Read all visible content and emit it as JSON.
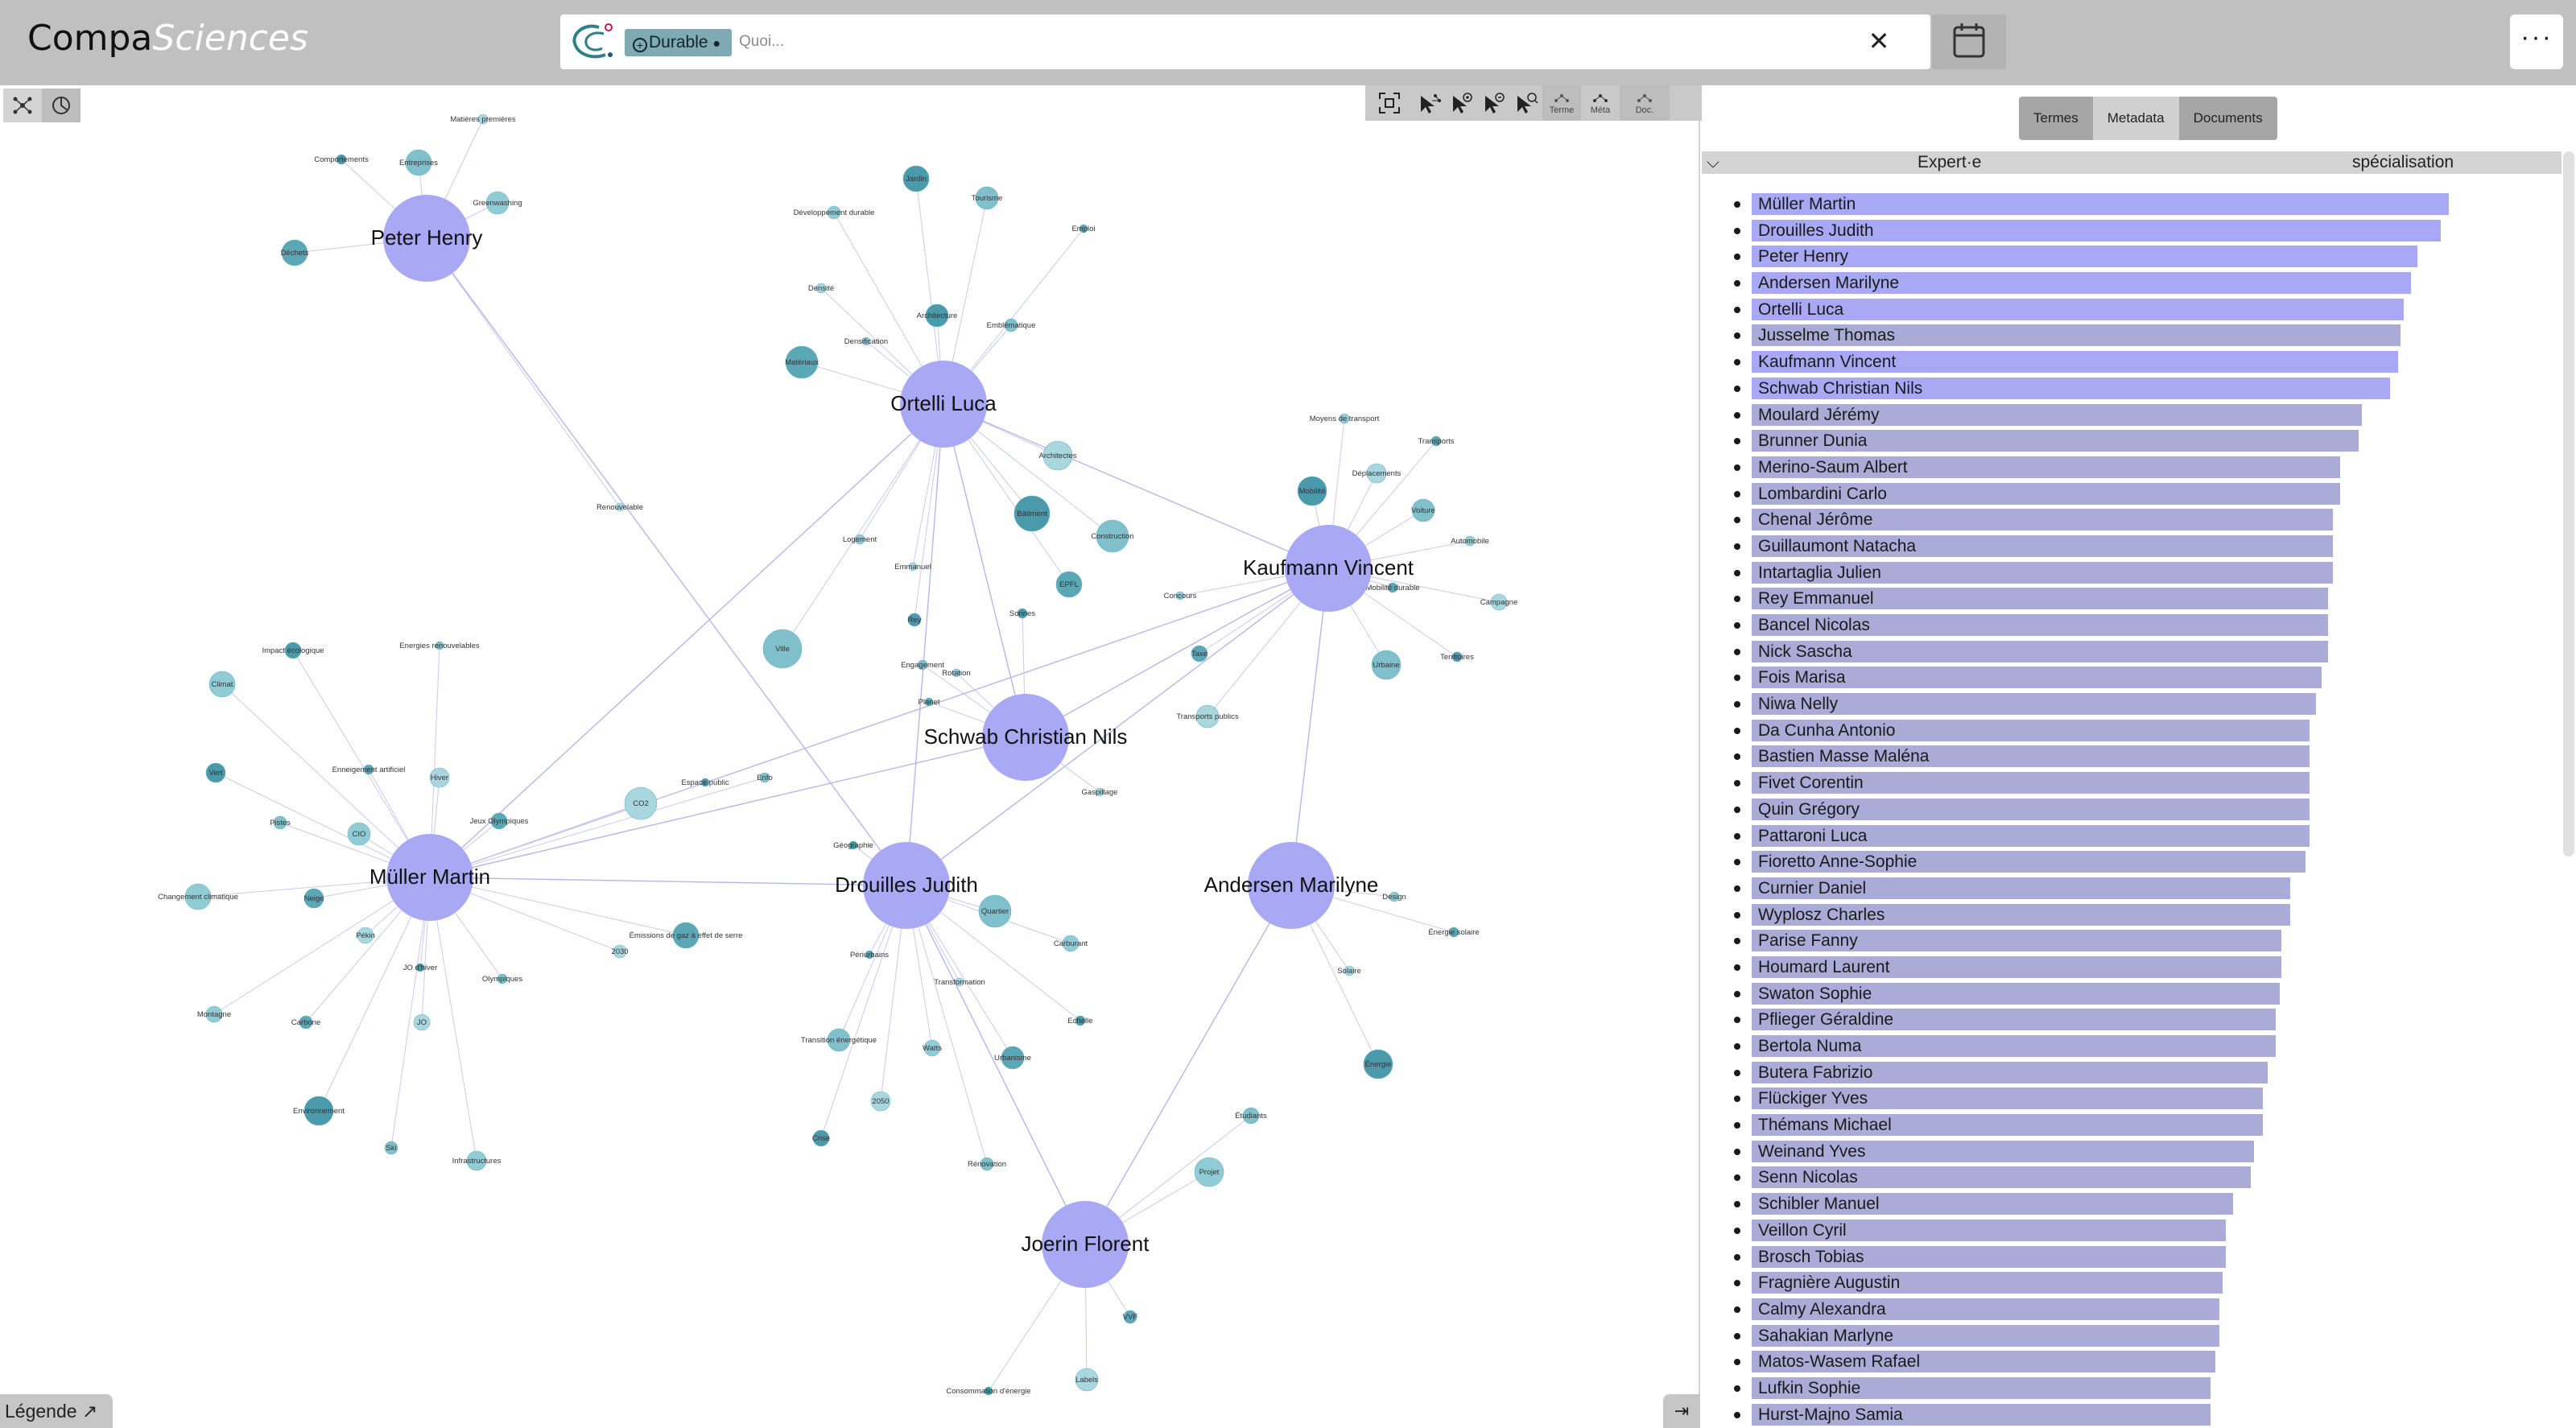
{
  "app": {
    "logo_main": "Compa",
    "logo_accent": "Sciences"
  },
  "search": {
    "chip_label": "Durable",
    "placeholder": "Quoi...",
    "clear_icon": "close-icon",
    "calendar_icon": "calendar-icon",
    "more_label": "···"
  },
  "graph_toolbar": {
    "tools": [
      "fit-icon",
      "select-icon",
      "zoom-in-icon",
      "zoom-out-icon",
      "zoom-reset-icon"
    ],
    "labels": [
      "Terme",
      "Méta",
      "Doc."
    ]
  },
  "graph": {
    "experts": [
      {
        "id": "peter",
        "label": "Peter Henry"
      },
      {
        "id": "ortelli",
        "label": "Ortelli Luca"
      },
      {
        "id": "kaufmann",
        "label": "Kaufmann Vincent"
      },
      {
        "id": "schwab",
        "label": "Schwab Christian Nils"
      },
      {
        "id": "muller",
        "label": "Müller Martin"
      },
      {
        "id": "drouilles",
        "label": "Drouilles Judith"
      },
      {
        "id": "andersen",
        "label": "Andersen Marilyne"
      },
      {
        "id": "joerin",
        "label": "Joerin  Florent"
      }
    ],
    "terms": [
      {
        "label": "Matières premières",
        "a": "peter"
      },
      {
        "label": "Comportements",
        "a": "peter"
      },
      {
        "label": "Entreprises",
        "a": "peter"
      },
      {
        "label": "Greenwashing",
        "a": "peter"
      },
      {
        "label": "Déchets",
        "a": "peter"
      },
      {
        "label": "Renouvelable",
        "a": "peter"
      },
      {
        "label": "Jardin",
        "a": "ortelli"
      },
      {
        "label": "Tourisme",
        "a": "ortelli"
      },
      {
        "label": "Développement durable",
        "a": "ortelli"
      },
      {
        "label": "Emploi",
        "a": "ortelli"
      },
      {
        "label": "Densité",
        "a": "ortelli"
      },
      {
        "label": "Architecture",
        "a": "ortelli"
      },
      {
        "label": "Emblématique",
        "a": "ortelli"
      },
      {
        "label": "Densification",
        "a": "ortelli"
      },
      {
        "label": "Matériaux",
        "a": "ortelli"
      },
      {
        "label": "Architectes",
        "a": "ortelli"
      },
      {
        "label": "Bâtiment",
        "a": "ortelli"
      },
      {
        "label": "Construction",
        "a": "ortelli"
      },
      {
        "label": "Logement",
        "a": "ortelli"
      },
      {
        "label": "EPFL",
        "a": "ortelli"
      },
      {
        "label": "Emmanuel",
        "a": "ortelli"
      },
      {
        "label": "Rey",
        "a": "ortelli"
      },
      {
        "label": "Ville",
        "a": "ortelli"
      },
      {
        "label": "Moyens de transport",
        "a": "kaufmann"
      },
      {
        "label": "Transports",
        "a": "kaufmann"
      },
      {
        "label": "Déplacements",
        "a": "kaufmann"
      },
      {
        "label": "Mobilité",
        "a": "kaufmann"
      },
      {
        "label": "Voiture",
        "a": "kaufmann"
      },
      {
        "label": "Automobile",
        "a": "kaufmann"
      },
      {
        "label": "Mobilité durable",
        "a": "kaufmann"
      },
      {
        "label": "Campagne",
        "a": "kaufmann"
      },
      {
        "label": "Territoires",
        "a": "kaufmann"
      },
      {
        "label": "Urbaine",
        "a": "kaufmann"
      },
      {
        "label": "Concours",
        "a": "kaufmann"
      },
      {
        "label": "Taxe",
        "a": "kaufmann"
      },
      {
        "label": "Transports publics",
        "a": "kaufmann"
      },
      {
        "label": "Sonnes",
        "a": "schwab"
      },
      {
        "label": "Engagement",
        "a": "schwab"
      },
      {
        "label": "Rotation",
        "a": "schwab"
      },
      {
        "label": "Planet",
        "a": "schwab"
      },
      {
        "label": "Gaspillage",
        "a": "schwab"
      },
      {
        "label": "Impact écologique",
        "a": "muller"
      },
      {
        "label": "Energies renouvelables",
        "a": "muller"
      },
      {
        "label": "Climat",
        "a": "muller"
      },
      {
        "label": "Enneigement artificiel",
        "a": "muller"
      },
      {
        "label": "Hiver",
        "a": "muller"
      },
      {
        "label": "Vert",
        "a": "muller"
      },
      {
        "label": "Pistes",
        "a": "muller"
      },
      {
        "label": "CIO",
        "a": "muller"
      },
      {
        "label": "Jeux Olympiques",
        "a": "muller"
      },
      {
        "label": "CO2",
        "a": "muller"
      },
      {
        "label": "Espace public",
        "a": "muller"
      },
      {
        "label": "Enfo",
        "a": "muller"
      },
      {
        "label": "Changement climatique",
        "a": "muller"
      },
      {
        "label": "Neige",
        "a": "muller"
      },
      {
        "label": "Pékin",
        "a": "muller"
      },
      {
        "label": "JO d'hiver",
        "a": "muller"
      },
      {
        "label": "Olympiques",
        "a": "muller"
      },
      {
        "label": "Montagne",
        "a": "muller"
      },
      {
        "label": "Carbone",
        "a": "muller"
      },
      {
        "label": "JO",
        "a": "muller"
      },
      {
        "label": "Environnement",
        "a": "muller"
      },
      {
        "label": "Ski",
        "a": "muller"
      },
      {
        "label": "Infrastructures",
        "a": "muller"
      },
      {
        "label": "Émissions de gaz à effet de serre",
        "a": "muller"
      },
      {
        "label": "2030",
        "a": "muller"
      },
      {
        "label": "Géographie",
        "a": "drouilles"
      },
      {
        "label": "Quartier",
        "a": "drouilles"
      },
      {
        "label": "Carburant",
        "a": "drouilles"
      },
      {
        "label": "Périurbains",
        "a": "drouilles"
      },
      {
        "label": "Transformation",
        "a": "drouilles"
      },
      {
        "label": "Echelle",
        "a": "drouilles"
      },
      {
        "label": "Transition énergétique",
        "a": "drouilles"
      },
      {
        "label": "Watts",
        "a": "drouilles"
      },
      {
        "label": "Urbanisme",
        "a": "drouilles"
      },
      {
        "label": "2050",
        "a": "drouilles"
      },
      {
        "label": "Crise",
        "a": "drouilles"
      },
      {
        "label": "Rénovation",
        "a": "drouilles"
      },
      {
        "label": "Design",
        "a": "andersen"
      },
      {
        "label": "Énergie solaire",
        "a": "andersen"
      },
      {
        "label": "Solaire",
        "a": "andersen"
      },
      {
        "label": "Énergie",
        "a": "andersen"
      },
      {
        "label": "Étudiants",
        "a": "joerin"
      },
      {
        "label": "Projet",
        "a": "joerin"
      },
      {
        "label": "VVF",
        "a": "joerin"
      },
      {
        "label": "Labels",
        "a": "joerin"
      },
      {
        "label": "Consommation d'énergie",
        "a": "joerin"
      }
    ]
  },
  "legend": {
    "label": "Légende"
  },
  "panel": {
    "tabs": [
      "Termes",
      "Metadata",
      "Documents"
    ],
    "header": {
      "col1": "Expert·e",
      "col2": "spécialisation"
    },
    "experts": [
      {
        "name": "Müller Martin",
        "score": 1.0,
        "hi": true
      },
      {
        "name": "Drouilles Judith",
        "score": 0.988,
        "hi": true
      },
      {
        "name": "Peter Henry",
        "score": 0.955,
        "hi": true
      },
      {
        "name": "Andersen Marilyne",
        "score": 0.946,
        "hi": true
      },
      {
        "name": "Ortelli Luca",
        "score": 0.935,
        "hi": true
      },
      {
        "name": "Jusselme Thomas",
        "score": 0.931,
        "hi": false
      },
      {
        "name": "Kaufmann Vincent",
        "score": 0.927,
        "hi": true
      },
      {
        "name": "Schwab Christian Nils",
        "score": 0.916,
        "hi": true
      },
      {
        "name": "Moulard Jérémy",
        "score": 0.875,
        "hi": false
      },
      {
        "name": "Brunner Dunia",
        "score": 0.871,
        "hi": false
      },
      {
        "name": "Merino-Saum Albert",
        "score": 0.844,
        "hi": false
      },
      {
        "name": "Lombardini Carlo",
        "score": 0.844,
        "hi": false
      },
      {
        "name": "Chenal Jérôme",
        "score": 0.834,
        "hi": false
      },
      {
        "name": "Guillaumont Natacha",
        "score": 0.834,
        "hi": false
      },
      {
        "name": "Intartaglia Julien",
        "score": 0.834,
        "hi": false
      },
      {
        "name": "Rey Emmanuel",
        "score": 0.827,
        "hi": false
      },
      {
        "name": "Bancel Nicolas",
        "score": 0.827,
        "hi": false
      },
      {
        "name": "Nick Sascha",
        "score": 0.827,
        "hi": false
      },
      {
        "name": "Fois Marisa",
        "score": 0.817,
        "hi": false
      },
      {
        "name": "Niwa Nelly",
        "score": 0.81,
        "hi": false
      },
      {
        "name": "Da Cunha Antonio",
        "score": 0.8,
        "hi": false
      },
      {
        "name": "Bastien Masse Maléna",
        "score": 0.8,
        "hi": false
      },
      {
        "name": "Fivet Corentin",
        "score": 0.8,
        "hi": false
      },
      {
        "name": "Quin Grégory",
        "score": 0.8,
        "hi": false
      },
      {
        "name": "Pattaroni Luca",
        "score": 0.8,
        "hi": false
      },
      {
        "name": "Fioretto Anne-Sophie",
        "score": 0.794,
        "hi": false
      },
      {
        "name": "Curnier Daniel",
        "score": 0.772,
        "hi": false
      },
      {
        "name": "Wyplosz Charles",
        "score": 0.772,
        "hi": false
      },
      {
        "name": "Parise Fanny",
        "score": 0.76,
        "hi": false
      },
      {
        "name": "Houmard Laurent",
        "score": 0.76,
        "hi": false
      },
      {
        "name": "Swaton Sophie",
        "score": 0.757,
        "hi": false
      },
      {
        "name": "Pflieger Géraldine",
        "score": 0.752,
        "hi": false
      },
      {
        "name": "Bertola Numa",
        "score": 0.752,
        "hi": false
      },
      {
        "name": "Butera Fabrizio",
        "score": 0.74,
        "hi": false
      },
      {
        "name": "Flückiger Yves",
        "score": 0.733,
        "hi": false
      },
      {
        "name": "Thémans Michael",
        "score": 0.733,
        "hi": false
      },
      {
        "name": "Weinand Yves",
        "score": 0.72,
        "hi": false
      },
      {
        "name": "Senn Nicolas",
        "score": 0.716,
        "hi": false
      },
      {
        "name": "Schibler Manuel",
        "score": 0.69,
        "hi": false
      },
      {
        "name": "Veillon Cyril",
        "score": 0.68,
        "hi": false
      },
      {
        "name": "Brosch Tobias",
        "score": 0.68,
        "hi": false
      },
      {
        "name": "Fragnière Augustin",
        "score": 0.676,
        "hi": false
      },
      {
        "name": "Calmy Alexandra",
        "score": 0.671,
        "hi": false
      },
      {
        "name": "Sahakian Marlyne",
        "score": 0.671,
        "hi": false
      },
      {
        "name": "Matos-Wasem Rafael",
        "score": 0.665,
        "hi": false
      },
      {
        "name": "Lufkin Sophie",
        "score": 0.658,
        "hi": false
      },
      {
        "name": "Hurst-Majno Samia",
        "score": 0.658,
        "hi": false
      }
    ]
  }
}
